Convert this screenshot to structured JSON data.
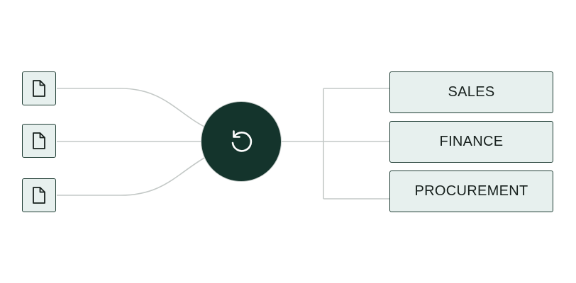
{
  "icons": {
    "source": "document-icon",
    "hub": "refresh-icon"
  },
  "sources": [
    {
      "icon": "document-icon"
    },
    {
      "icon": "document-icon"
    },
    {
      "icon": "document-icon"
    }
  ],
  "hub": {
    "icon": "refresh-icon"
  },
  "destinations": [
    {
      "label": "SALES"
    },
    {
      "label": "FINANCE"
    },
    {
      "label": "PROCUREMENT"
    }
  ],
  "colors": {
    "hub_fill": "#14342c",
    "box_fill": "#e7f0ee",
    "box_border": "#1f3d34",
    "connector": "#c4c9c7"
  }
}
